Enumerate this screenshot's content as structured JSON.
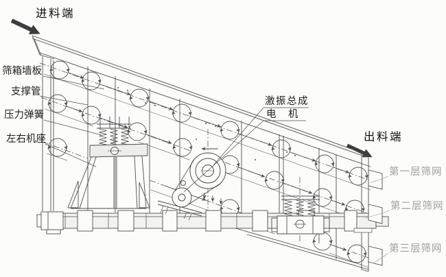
{
  "diagram": {
    "type": "vibrating-screen-structure-drawing",
    "feed_end_label": "进料端",
    "discharge_end_label": "出料端",
    "left_callouts": [
      {
        "text": "筛箱墙板"
      },
      {
        "text": "支撑管"
      },
      {
        "text": "压力弹簧"
      },
      {
        "text": "左右机座"
      }
    ],
    "exciter_label": "激振总成",
    "motor_label": "电　机",
    "screen_layers": [
      {
        "text": "第一层筛网"
      },
      {
        "text": "第二层筛网"
      },
      {
        "text": "第三层筛网"
      }
    ],
    "colors": {
      "line": "#4d4d4d",
      "light_line": "#777777",
      "label_text": "#1f1f1f",
      "muted_label_text": "#9e9e9e",
      "background": "#fcfcfb"
    }
  }
}
